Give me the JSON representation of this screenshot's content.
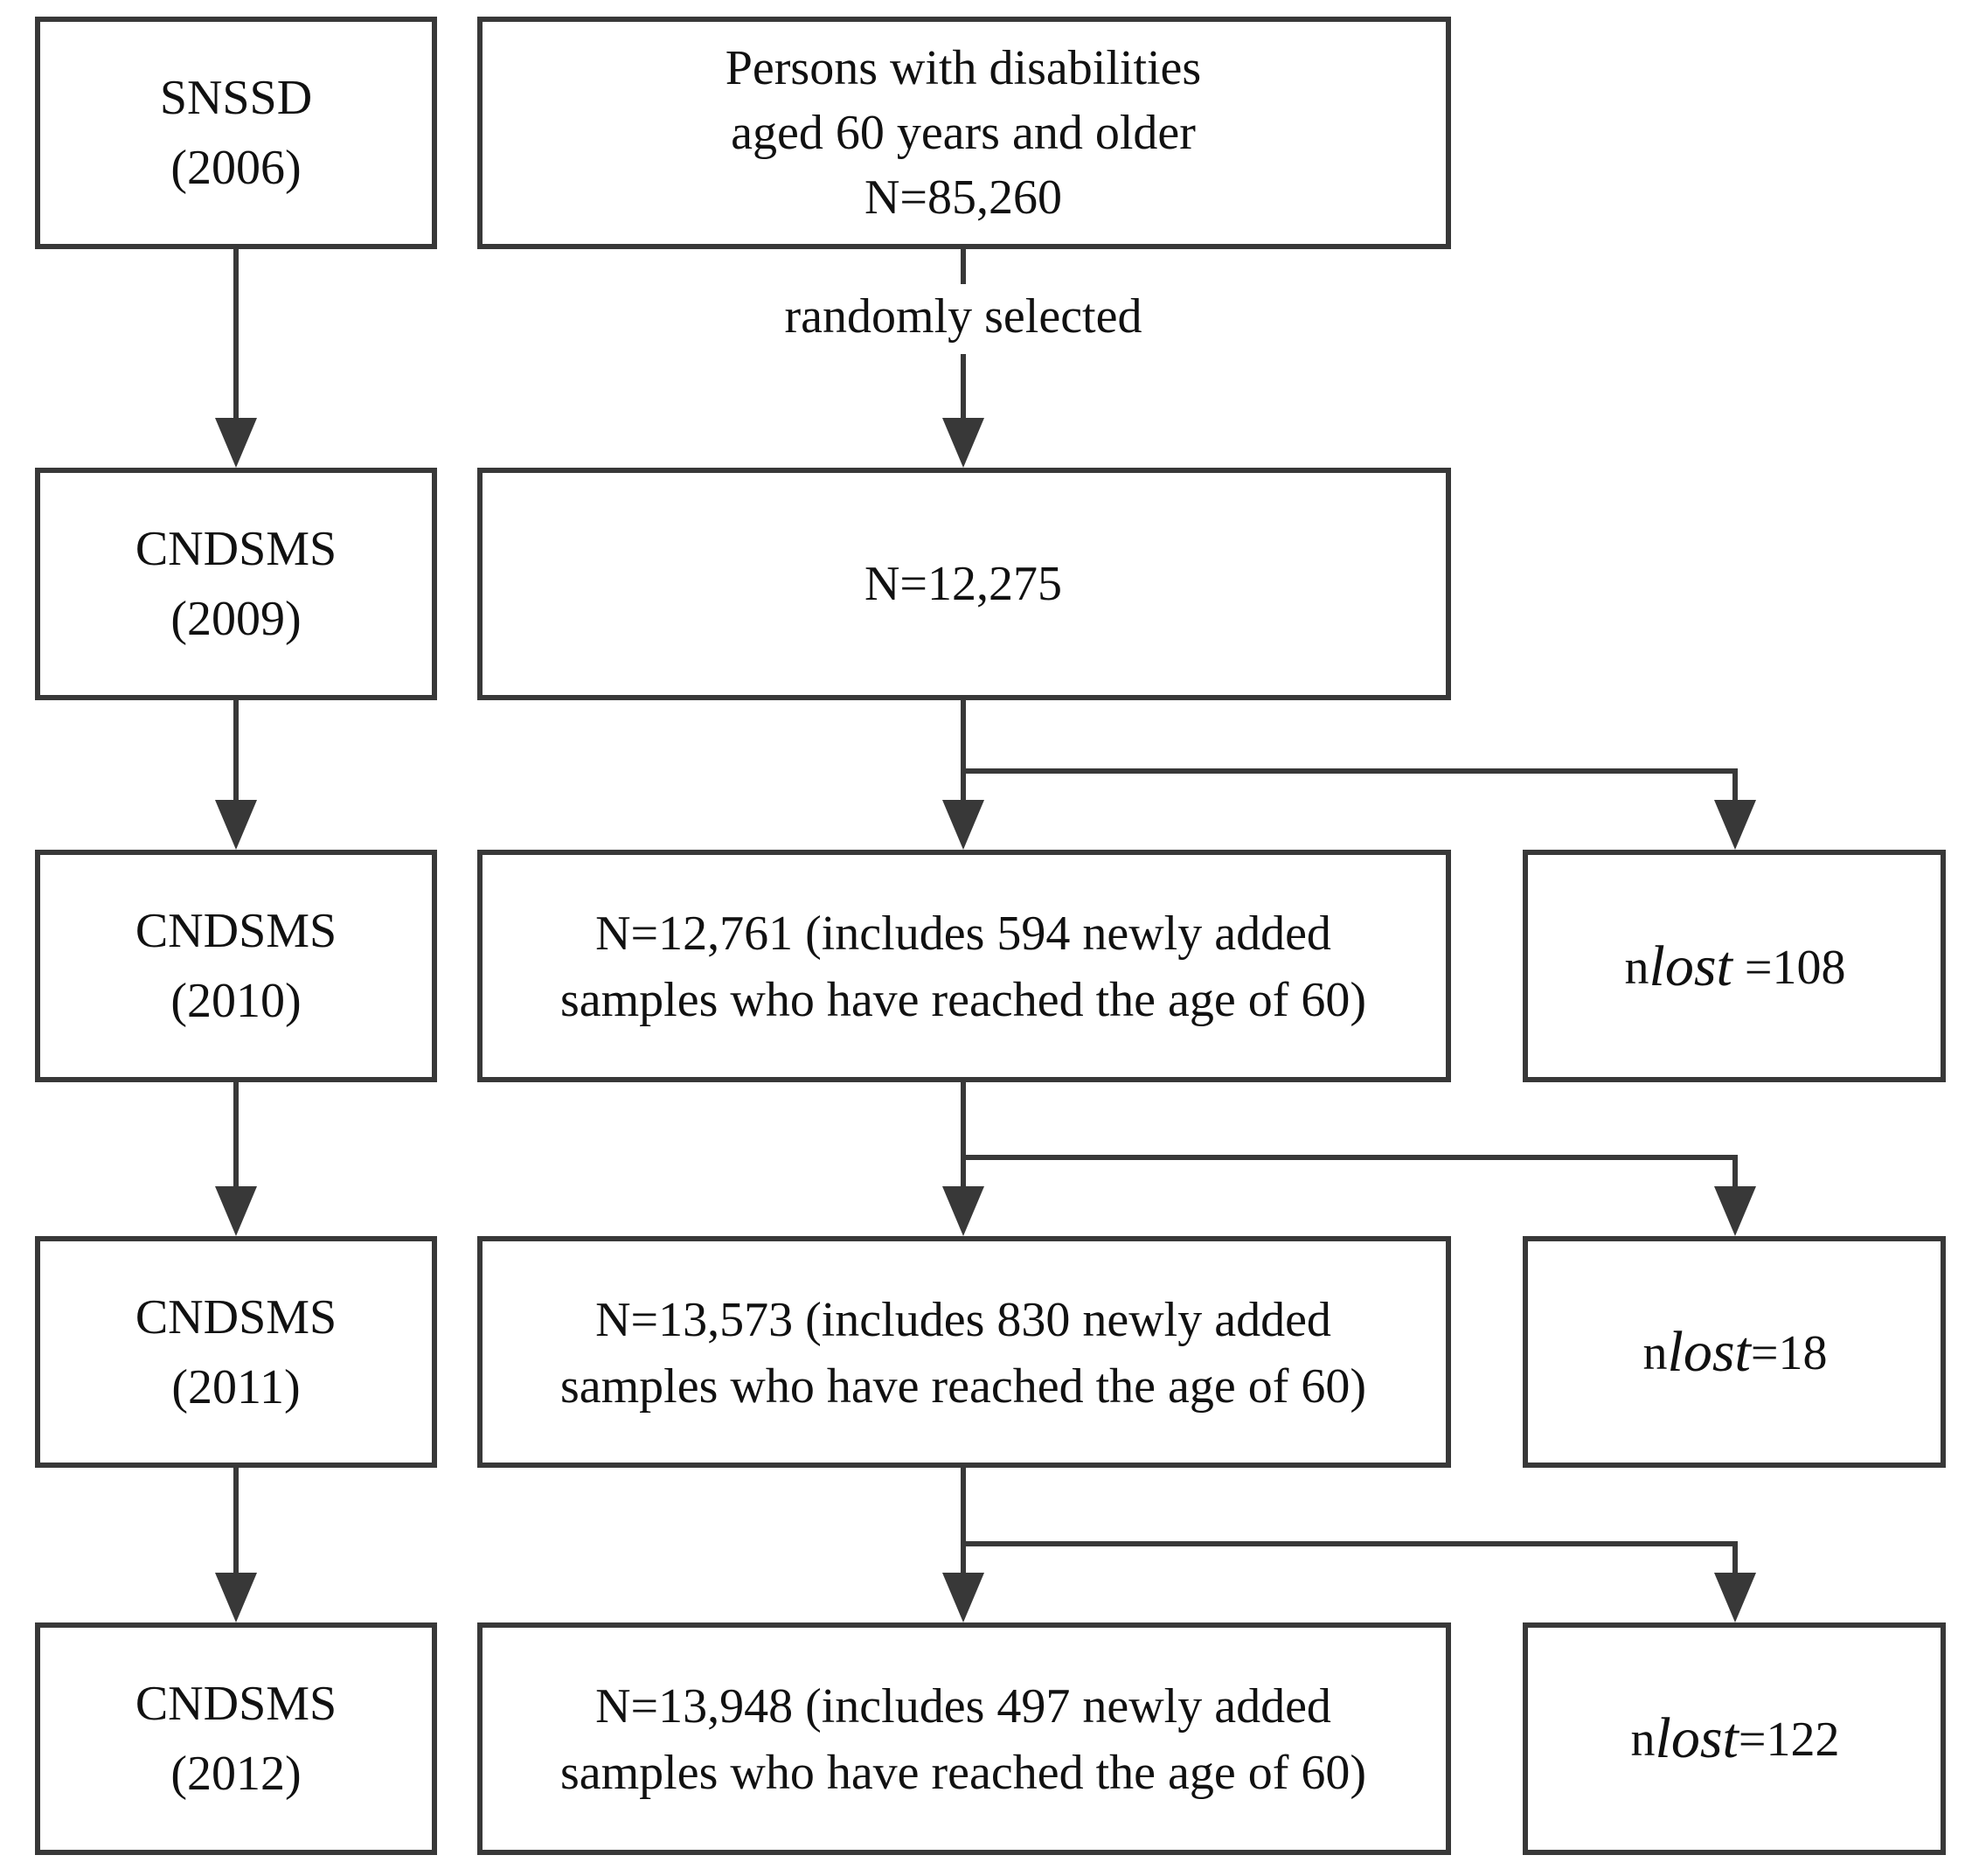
{
  "left_boxes": [
    {
      "line1": "SNSSD",
      "line2": "(2006)"
    },
    {
      "line1": "CNDSMS",
      "line2": "(2009)"
    },
    {
      "line1": "CNDSMS",
      "line2": "(2010)"
    },
    {
      "line1": "CNDSMS",
      "line2": "(2011)"
    },
    {
      "line1": "CNDSMS",
      "line2": "(2012)"
    }
  ],
  "middle_boxes": [
    {
      "lines": [
        "Persons with disabilities",
        "aged 60 years and older",
        "N=85,260"
      ]
    },
    {
      "lines": [
        "N=12,275"
      ]
    },
    {
      "lines": [
        "N=12,761 (includes 594 newly added",
        "samples who have reached the age of 60)"
      ]
    },
    {
      "lines": [
        "N=13,573 (includes 830 newly added",
        "samples who have reached the age of 60)"
      ]
    },
    {
      "lines": [
        "N=13,948 (includes 497 newly added",
        "samples who have reached the age of 60)"
      ]
    }
  ],
  "connector_label": "randomly selected",
  "lost_boxes": [
    {
      "prefix": "n",
      "italic": "lost",
      "value": " =108"
    },
    {
      "prefix": "n",
      "italic": "lost",
      "value": "=18"
    },
    {
      "prefix": "n",
      "italic": "lost",
      "value": "=122"
    }
  ],
  "colors": {
    "stroke": "#383838",
    "text": "#111111",
    "background": "#ffffff"
  }
}
